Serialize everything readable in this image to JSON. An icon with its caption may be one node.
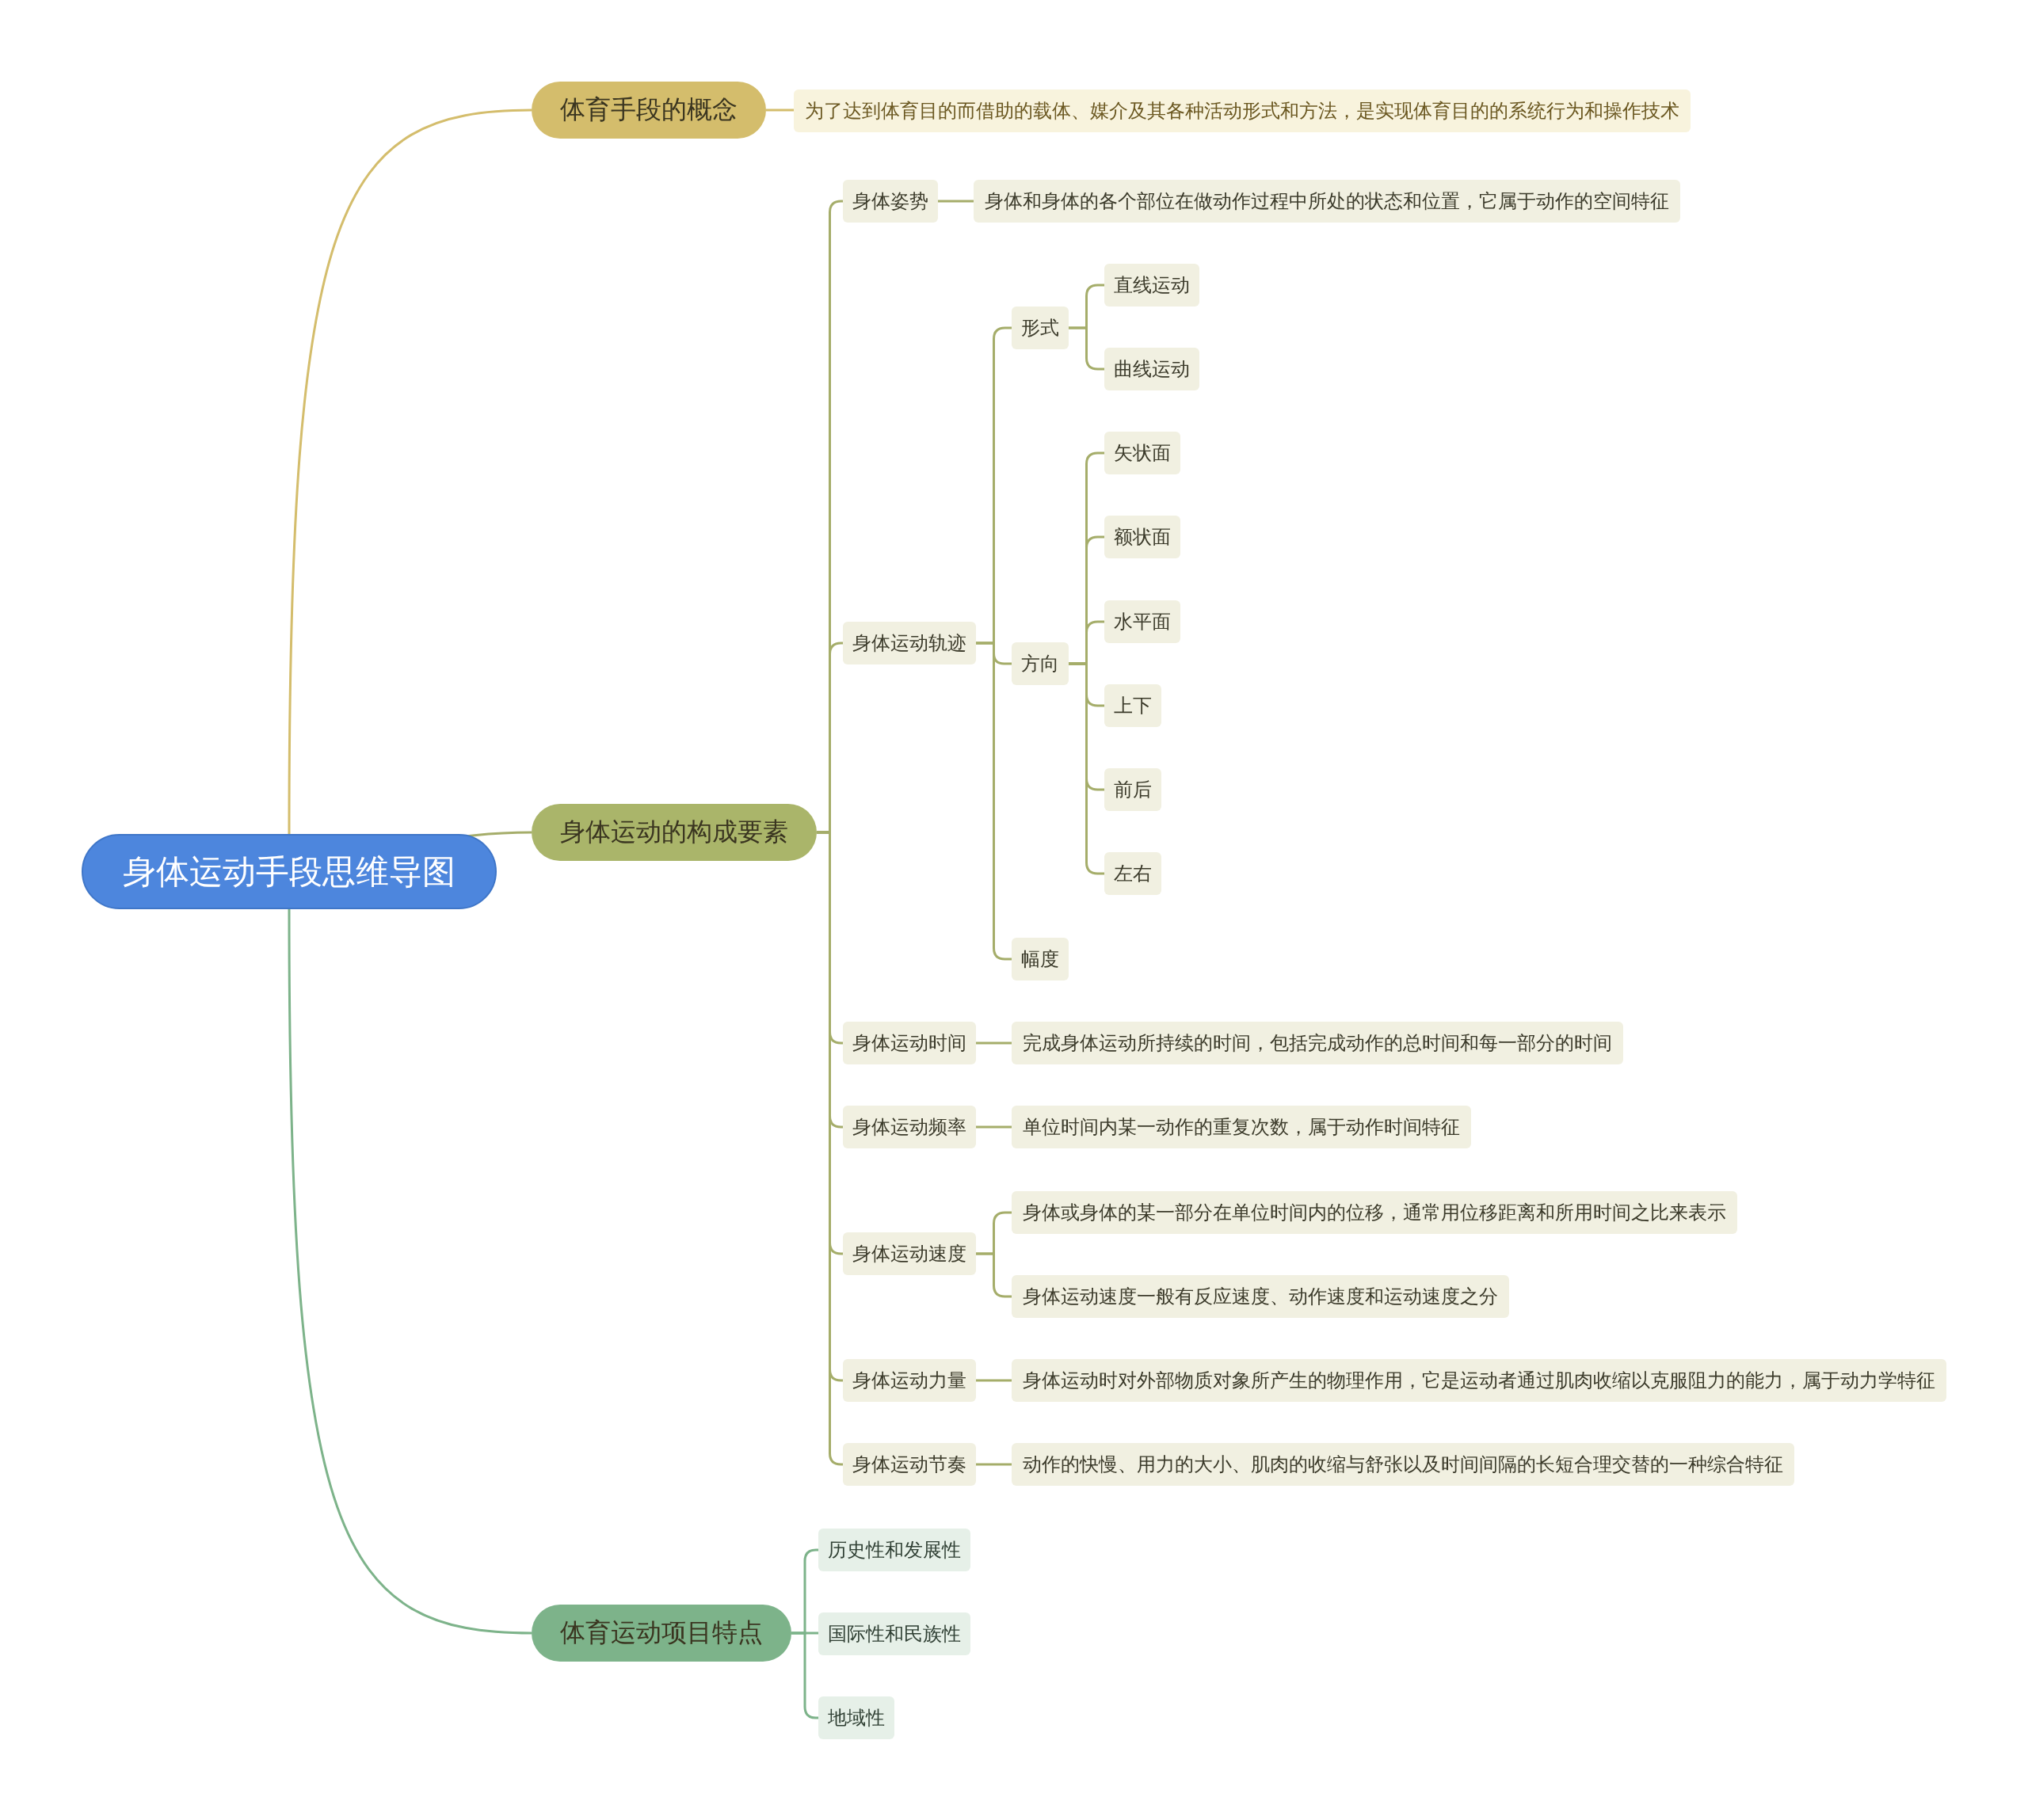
{
  "diagram": {
    "nodes": [
      {
        "text": [
          "身体运动手段思维导图"
        ]
      },
      {
        "text": [
          "体育手段的概念"
        ]
      },
      {
        "text": [
          "为了达到体育目的而借助的载体、媒介及其各种活动形式和方法，是实现体育目的的系统行为和操作技术"
        ]
      },
      {
        "text": [
          "身体运动的构成要素"
        ]
      },
      {
        "text": [
          "身体姿势"
        ]
      },
      {
        "text": [
          "身体和身体的各个部位在做动作过程中所处的状态和位置，它属于动作的空间特征"
        ]
      },
      {
        "text": [
          "身体运动轨迹"
        ]
      },
      {
        "text": [
          "形式"
        ]
      },
      {
        "text": [
          "直线运动"
        ]
      },
      {
        "text": [
          "曲线运动"
        ]
      },
      {
        "text": [
          "方向"
        ]
      },
      {
        "text": [
          "矢状面"
        ]
      },
      {
        "text": [
          "额状面"
        ]
      },
      {
        "text": [
          "水平面"
        ]
      },
      {
        "text": [
          "上下"
        ]
      },
      {
        "text": [
          "前后"
        ]
      },
      {
        "text": [
          "左右"
        ]
      },
      {
        "text": [
          "幅度"
        ]
      },
      {
        "text": [
          "身体运动时间"
        ]
      },
      {
        "text": [
          "完成身体运动所持续的时间，包括完成动作的总时间和每一部分的时间"
        ]
      },
      {
        "text": [
          "身体运动频率"
        ]
      },
      {
        "text": [
          "单位时间内某一动作的重复次数，属于动作时间特征"
        ]
      },
      {
        "text": [
          "身体运动速度"
        ]
      },
      {
        "text": [
          "身体或身体的某一部分在单位时间内的位移，通常用位移距离和所用时间之比来表示"
        ]
      },
      {
        "text": [
          "身体运动速度一般有反应速度、动作速度和运动速度之分"
        ]
      },
      {
        "text": [
          "身体运动力量"
        ]
      },
      {
        "text": [
          "身体运动时对外部物质对象所产生的物理作用，它是运动者通过肌肉收缩以克服阻力的能力，属于动力学特征"
        ]
      },
      {
        "text": [
          "身体运动节奏"
        ]
      },
      {
        "text": [
          "动作的快慢、用力的大小、肌肉的收缩与舒张以及时间间隔的长短合理交替的一种综合特征"
        ]
      },
      {
        "text": [
          "体育运动项目特点"
        ]
      },
      {
        "text": [
          "历史性和发展性"
        ]
      },
      {
        "text": [
          "国际性和民族性"
        ]
      },
      {
        "text": [
          "地域性"
        ]
      }
    ],
    "edges": [
      {
        "from": 0,
        "to": 1,
        "arrow": "none",
        "color": "#d4bd6c"
      },
      {
        "from": 0,
        "to": 3,
        "arrow": "none"
      },
      {
        "from": 0,
        "to": 29,
        "arrow": "none",
        "color": "#7db38a"
      },
      {
        "from": 1,
        "to": 2,
        "arrow": "none",
        "color": "#d4bd6c"
      },
      {
        "from": 3,
        "to": 4,
        "arrow": "none"
      },
      {
        "from": 3,
        "to": 6,
        "arrow": "none"
      },
      {
        "from": 3,
        "to": 18,
        "arrow": "none"
      },
      {
        "from": 3,
        "to": 20,
        "arrow": "none"
      },
      {
        "from": 3,
        "to": 22,
        "arrow": "none"
      },
      {
        "from": 3,
        "to": 25,
        "arrow": "none"
      },
      {
        "from": 3,
        "to": 27,
        "arrow": "none"
      },
      {
        "from": 4,
        "to": 5,
        "arrow": "none"
      },
      {
        "from": 6,
        "to": 7,
        "arrow": "none"
      },
      {
        "from": 6,
        "to": 10,
        "arrow": "none"
      },
      {
        "from": 6,
        "to": 17,
        "arrow": "none"
      },
      {
        "from": 7,
        "to": 8,
        "arrow": "none"
      },
      {
        "from": 7,
        "to": 9,
        "arrow": "none"
      },
      {
        "from": 10,
        "to": 11,
        "arrow": "none"
      },
      {
        "from": 10,
        "to": 12,
        "arrow": "none"
      },
      {
        "from": 10,
        "to": 13,
        "arrow": "none"
      },
      {
        "from": 10,
        "to": 14,
        "arrow": "none"
      },
      {
        "from": 10,
        "to": 15,
        "arrow": "none"
      },
      {
        "from": 10,
        "to": 16,
        "arrow": "none"
      },
      {
        "from": 18,
        "to": 19,
        "arrow": "none"
      },
      {
        "from": 20,
        "to": 21,
        "arrow": "none"
      },
      {
        "from": 22,
        "to": 23,
        "arrow": "none"
      },
      {
        "from": 22,
        "to": 24,
        "arrow": "none"
      },
      {
        "from": 25,
        "to": 26,
        "arrow": "none"
      },
      {
        "from": 27,
        "to": 28,
        "arrow": "none"
      },
      {
        "from": 29,
        "to": 30,
        "arrow": "none",
        "color": "#7db38a"
      },
      {
        "from": 29,
        "to": 31,
        "arrow": "none",
        "color": "#7db38a"
      },
      {
        "from": 29,
        "to": 32,
        "arrow": "none",
        "color": "#7db38a"
      }
    ]
  }
}
